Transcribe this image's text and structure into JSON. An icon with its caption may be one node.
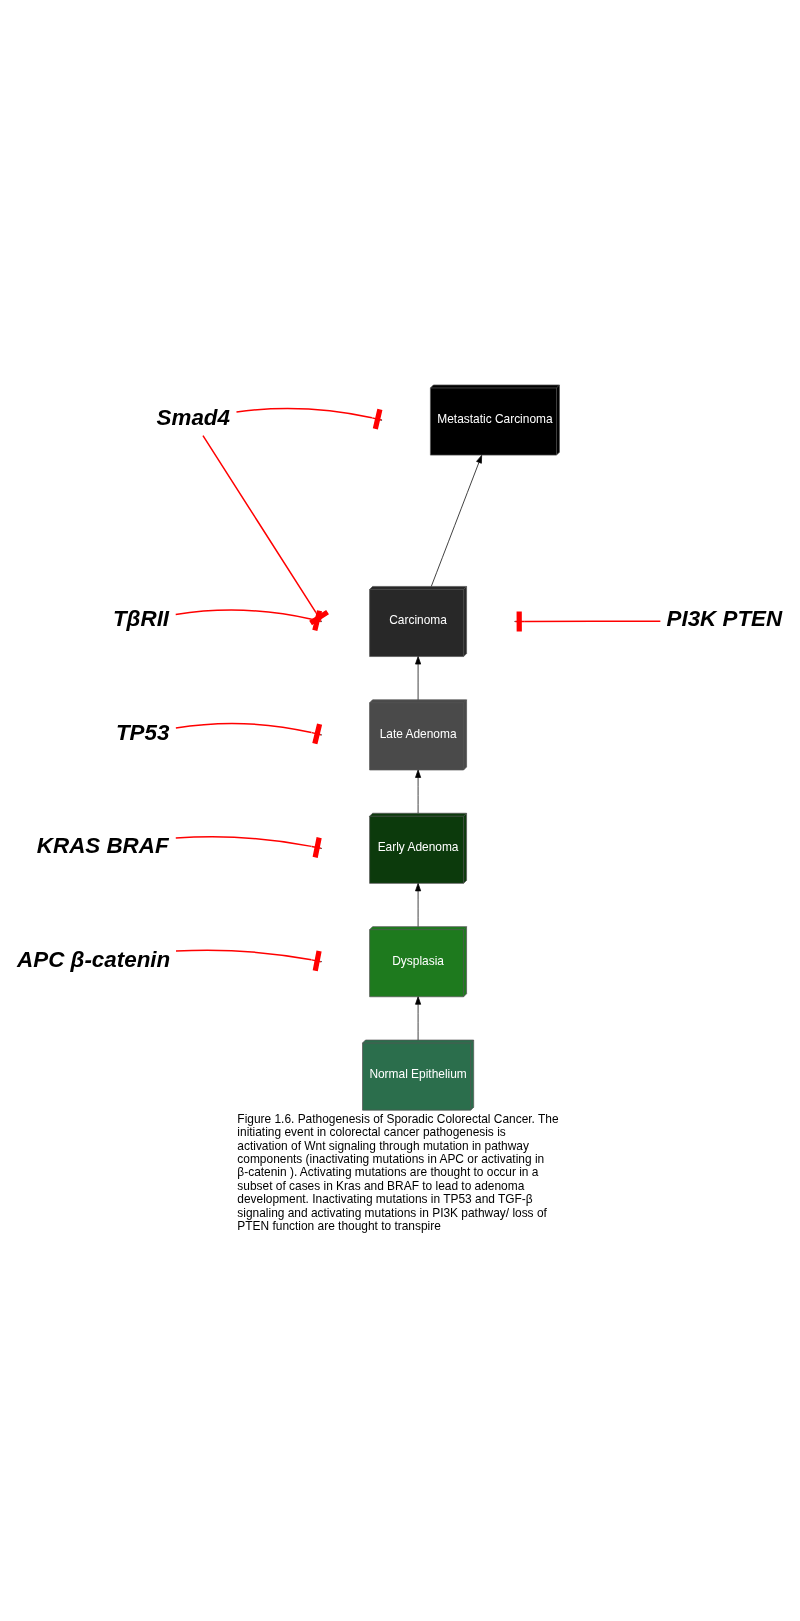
{
  "diagram": {
    "caption": "Figure 1.6. Pathogenesis of Sporadic Colorectal Cancer. The initiating event in colorectal cancer pathogenesis is activation of Wnt signaling through mutation in pathway components (inactivating mutations in APC or activating in β-catenin ). Activating mutations are thought to occur in a subset of cases in Kras and BRAF to lead to adenoma development. Inactivating mutations in TP53 and TGF-β signaling and activating mutations in PI3K pathway/ loss of PTEN function are thought to transpire",
    "nodes": [
      {
        "text": [
          "Normal Epithelium"
        ]
      },
      {
        "text": [
          "Dysplasia"
        ]
      },
      {
        "text": [
          "Early Adenoma"
        ]
      },
      {
        "text": [
          "Late Adenoma"
        ]
      },
      {
        "text": [
          "Carcinoma"
        ]
      },
      {
        "text": [
          "Metastatic Carcinoma"
        ]
      },
      {
        "text": [
          "APC β-catenin"
        ]
      },
      {
        "text": [
          "KRAS BRAF"
        ]
      },
      {
        "text": [
          "TP53"
        ]
      },
      {
        "text": [
          "TβRII"
        ]
      },
      {
        "text": [
          "Smad4"
        ]
      },
      {
        "text": [
          "PI3K PTEN"
        ]
      }
    ],
    "edges": [
      {
        "from": 0,
        "to": 1,
        "arrow": "to",
        "color": "#000000"
      },
      {
        "from": 1,
        "to": 2,
        "arrow": "to",
        "color": "#000000"
      },
      {
        "from": 2,
        "to": 3,
        "arrow": "to",
        "color": "#000000"
      },
      {
        "from": 3,
        "to": 4,
        "arrow": "to",
        "color": "#000000"
      },
      {
        "from": 4,
        "to": 5,
        "arrow": "to",
        "color": "#000000"
      },
      {
        "from": 6,
        "to": null,
        "arrow": "other"
      },
      {
        "from": 7,
        "to": null,
        "arrow": "other"
      },
      {
        "from": 8,
        "to": null,
        "arrow": "other"
      },
      {
        "from": 9,
        "to": null,
        "arrow": "other"
      },
      {
        "from": 10,
        "to": null,
        "arrow": "other"
      },
      {
        "from": 10,
        "to": null,
        "arrow": "other"
      },
      {
        "from": 11,
        "to": null,
        "arrow": "other"
      }
    ]
  }
}
